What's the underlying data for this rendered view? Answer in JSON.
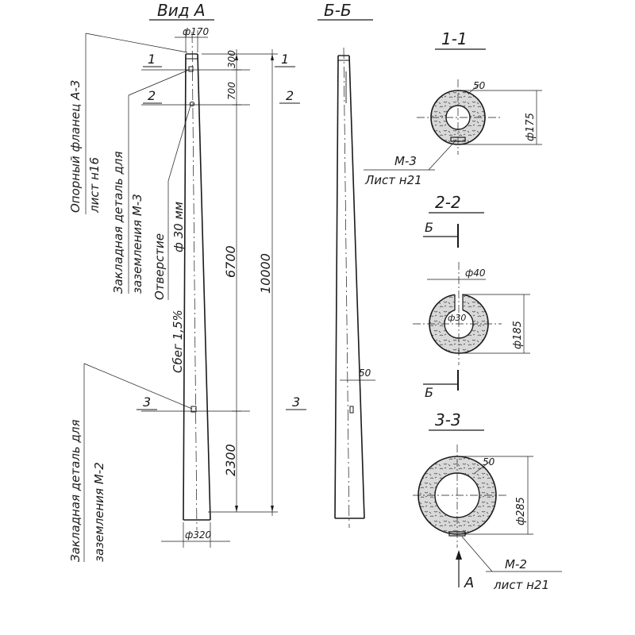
{
  "views": {
    "view_a": "Вид А",
    "section_bb": "Б-Б",
    "section_11": "1-1",
    "section_22": "2-2",
    "section_33": "3-3"
  },
  "section_marks": {
    "one": "1",
    "two": "2",
    "three": "3",
    "b": "Б",
    "a": "А"
  },
  "dimensions": {
    "top_dia": "ф170",
    "bottom_dia": "ф320",
    "d300": "300",
    "d700": "700",
    "d6700": "6700",
    "d10000": "10000",
    "d2300": "2300",
    "d50_side": "50",
    "d50_s1": "50",
    "d175": "ф175",
    "d40": "ф40",
    "d30": "ф30",
    "d185": "ф185",
    "d50_s3": "50",
    "d285": "ф285"
  },
  "labels": {
    "flange_l1": "Опорный фланец А-3",
    "flange_l2": "лист н16",
    "embed_m3_l1": "Закладная деталь для",
    "embed_m3_l2": "заземления М-3",
    "hole_l1": "Отверстие",
    "hole_l2": "ф 30 мм",
    "taper": "Сбег 1,5%",
    "embed_m2_l1": "Закладная деталь для",
    "embed_m2_l2": "заземления М-2",
    "m3_ref": "М-3",
    "m3_sheet": "Лист н21",
    "m2_ref": "М-2",
    "m2_sheet": "лист н21"
  }
}
